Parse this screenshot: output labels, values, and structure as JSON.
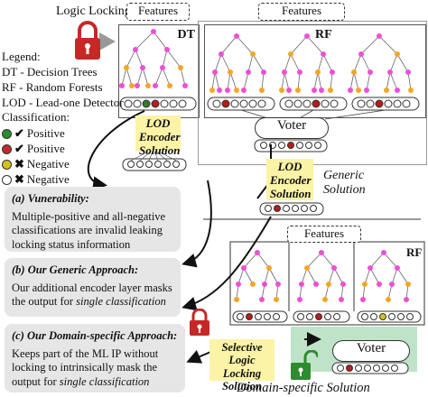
{
  "top_label": "Logic Locking",
  "features_label": "Features",
  "tree_labels": {
    "dt": "DT",
    "rf": "RF"
  },
  "legend": {
    "title": "Legend:",
    "items": [
      "DT - Decision Trees",
      "RF - Random Forests",
      "LOD - Lead-one Detector"
    ]
  },
  "classification": {
    "title": "Classification:",
    "items": [
      {
        "mark": "✔",
        "label": "Positive",
        "c1": "#2e8b2e",
        "c2": "#ffffff"
      },
      {
        "mark": "✔",
        "label": "Positive",
        "c1": "#c62828",
        "c2": "#2e8b2e"
      },
      {
        "mark": "✖",
        "label": "Negative",
        "c1": "#d4c21c",
        "c2": "#d4c21c"
      },
      {
        "mark": "✖",
        "label": "Negative",
        "c1": "#ffffff",
        "c2": "#ffffff"
      }
    ]
  },
  "lod_box": {
    "line1": "LOD",
    "line2": "Encoder",
    "line3": "Solution"
  },
  "voter_label": "Voter",
  "generic_solution": {
    "line1": "Generic",
    "line2": "Solution"
  },
  "box_a": {
    "heading": "(a) Vunerability:",
    "body": "Multiple-positive and all-negative classifications are invalid leaking locking status information"
  },
  "box_b": {
    "heading": "(b) Our Generic Approach:",
    "body_plain": "Our additional encoder layer masks the output for ",
    "body_em": "single classification"
  },
  "box_c": {
    "heading": "(c) Our Domain-specific Approach:",
    "body_plain": "Keeps part of the ML IP without locking  to intrinsically mask the output for ",
    "body_em": "single classification"
  },
  "selective_box": {
    "line1": "Selective",
    "line2": "Logic Locking",
    "line3": "Solution"
  },
  "domain_solution": "Domain-specific Solution",
  "colors": {
    "lock_red": "#c62828",
    "lock_green": "#2e8b2e",
    "node_pink": "#ee4fd8",
    "node_orange": "#f5a623",
    "highlight_yellow": "#fbf3a6",
    "box_gray": "#e6e6e6",
    "output_red": "#b71c1c",
    "output_green": "#2e7d32",
    "output_yellow": "#d4c21c",
    "output_white": "#ffffff"
  }
}
